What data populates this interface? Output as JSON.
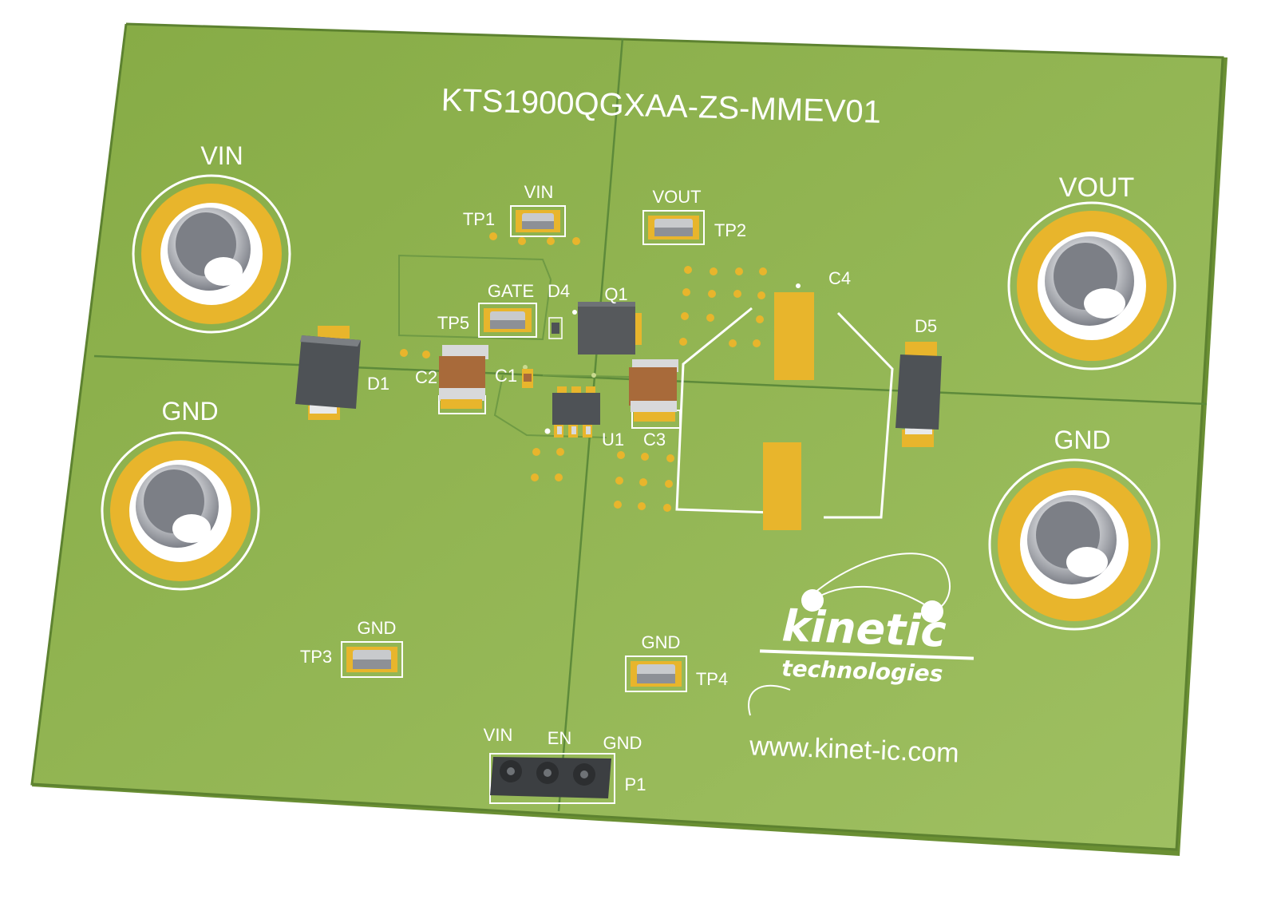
{
  "board": {
    "title": "KTS1900QGXAA-ZS-MMEV01",
    "colors": {
      "pcb": "#8fb24e",
      "pcb_edge": "#6f9636",
      "copper": "#e8b52c",
      "silkscreen": "#ffffff",
      "component_body": "#55595c",
      "capacitor_body": "#a86a3a"
    }
  },
  "terminals": {
    "vin": "VIN",
    "gnd_left": "GND",
    "vout": "VOUT",
    "gnd_right": "GND"
  },
  "test_points": {
    "tp1": {
      "ref": "TP1",
      "net": "VIN"
    },
    "tp2": {
      "ref": "TP2",
      "net": "VOUT"
    },
    "tp3": {
      "ref": "TP3",
      "net": "GND"
    },
    "tp4": {
      "ref": "TP4",
      "net": "GND"
    },
    "tp5": {
      "ref": "TP5",
      "net": "GATE"
    }
  },
  "components": {
    "d1": "D1",
    "d4": "D4",
    "d5": "D5",
    "q1": "Q1",
    "c1": "C1",
    "c2": "C2",
    "c3": "C3",
    "c4": "C4",
    "u1": "U1"
  },
  "header": {
    "ref": "P1",
    "pins": [
      "VIN",
      "EN",
      "GND"
    ]
  },
  "logo": {
    "line1": "kinetic",
    "line2": "technologies"
  },
  "website": "www.kinet-ic.com"
}
